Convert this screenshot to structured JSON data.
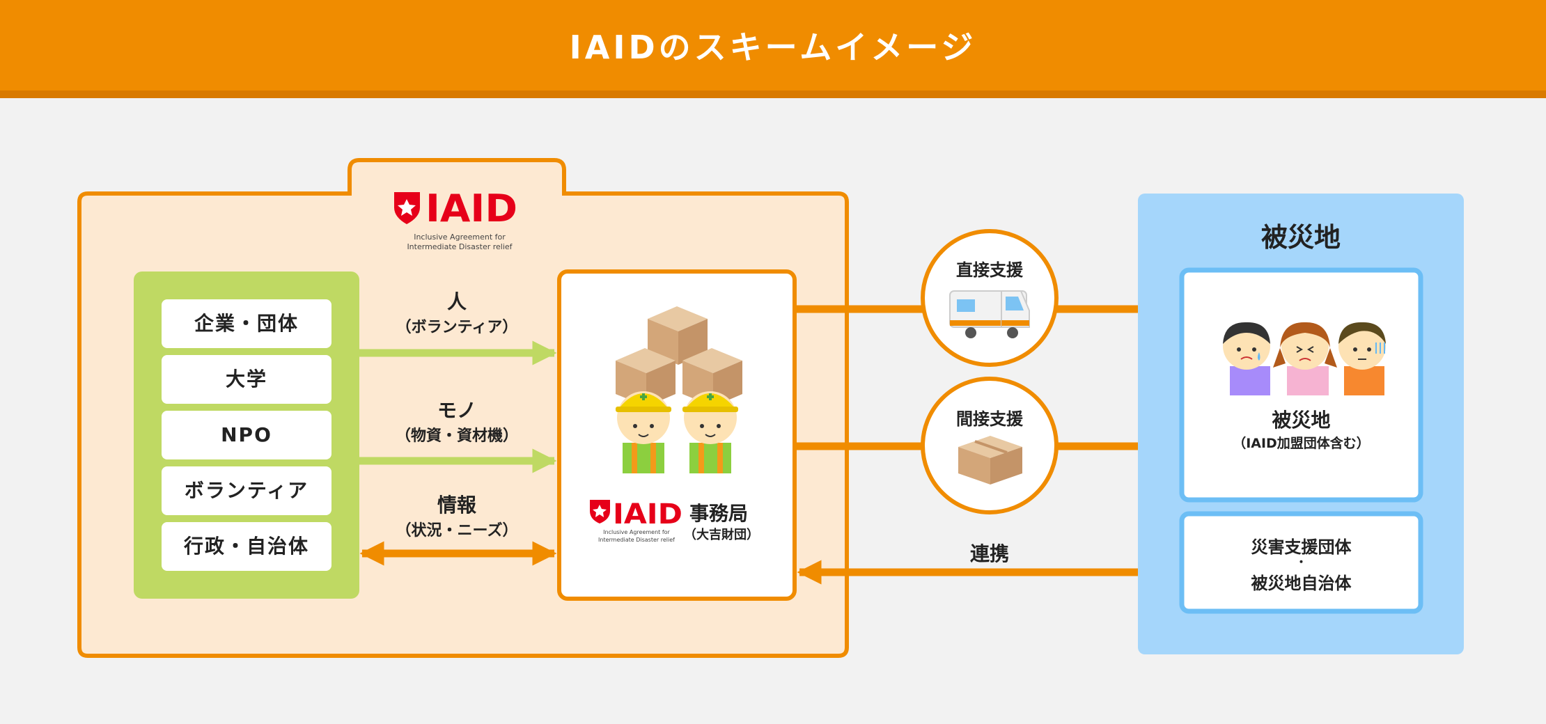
{
  "header": {
    "title": "IAIDのスキームイメージ"
  },
  "logo": {
    "word": "IAID",
    "tagline_1": "Inclusive Agreement for",
    "tagline_2": "Intermediate Disaster relief"
  },
  "organizations": [
    "企業・団体",
    "大学",
    "NPO",
    "ボランティア",
    "行政・自治体"
  ],
  "flows": [
    {
      "main": "人",
      "sub": "（ボランティア）"
    },
    {
      "main": "モノ",
      "sub": "（物資・資材機）"
    },
    {
      "main": "情報",
      "sub": "（状況・ニーズ）"
    }
  ],
  "secretariat": {
    "name": "事務局",
    "sub": "（大吉財団）"
  },
  "support": {
    "direct": "直接支援",
    "indirect": "間接支援",
    "cooperation": "連携"
  },
  "disaster_area": {
    "title": "被災地",
    "victims_label": "被災地",
    "victims_sub": "（IAID加盟団体含む）",
    "groups_line1": "災害支援団体",
    "groups_dot": "・",
    "groups_line2": "被災地自治体"
  },
  "colors": {
    "orange": "#f08c00",
    "pale_orange": "#fde9d2",
    "green": "#bfd963",
    "light_blue": "#a5d6fb",
    "blue_border": "#6cbef5",
    "logo_red": "#e60019"
  }
}
